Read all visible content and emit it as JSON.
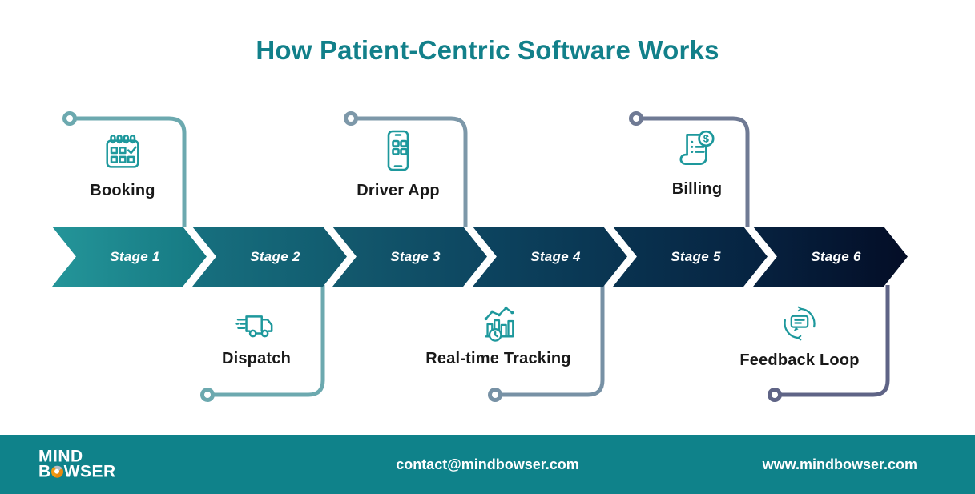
{
  "title": "How Patient-Centric Software Works",
  "colors": {
    "title": "#12808A",
    "icon_stroke": "#1D989C",
    "label_text": "#191919",
    "stage_text": "#FFFFFF",
    "footer_bg": "#0F828A",
    "footer_text": "#FFFFFF"
  },
  "stages": [
    {
      "label": "Stage 1",
      "color_start": "#249599",
      "color_end": "#157882"
    },
    {
      "label": "Stage 2",
      "color_start": "#17707F",
      "color_end": "#115A6E"
    },
    {
      "label": "Stage 3",
      "color_start": "#135A6E",
      "color_end": "#0D4560"
    },
    {
      "label": "Stage 4",
      "color_start": "#0D4560",
      "color_end": "#093350"
    },
    {
      "label": "Stage 5",
      "color_start": "#093350",
      "color_end": "#062240"
    },
    {
      "label": "Stage 6",
      "color_start": "#062240",
      "color_end": "#040D26"
    }
  ],
  "milestones": [
    {
      "label": "Booking",
      "icon": "calendar-check-icon",
      "position": "top",
      "stage": "Stage 1",
      "connector_color": "#6CA9AF"
    },
    {
      "label": "Dispatch",
      "icon": "delivery-truck-icon",
      "position": "bottom",
      "stage": "Stage 2",
      "connector_color": "#6CA9AF"
    },
    {
      "label": "Driver App",
      "icon": "mobile-app-icon",
      "position": "top",
      "stage": "Stage 3",
      "connector_color": "#7D98A9"
    },
    {
      "label": "Real-time Tracking",
      "icon": "chart-clock-icon",
      "position": "bottom",
      "stage": "Stage 4",
      "connector_color": "#7791A5"
    },
    {
      "label": "Billing",
      "icon": "invoice-dollar-icon",
      "position": "top",
      "stage": "Stage 5",
      "connector_color": "#6F7A94"
    },
    {
      "label": "Feedback Loop",
      "icon": "chat-loop-icon",
      "position": "bottom",
      "stage": "Stage 6",
      "connector_color": "#5F6486"
    }
  ],
  "footer": {
    "logo_line1": "MIND",
    "logo_line2_pre": "B",
    "logo_line2_post": "WSER",
    "email": "contact@mindbowser.com",
    "website": "www.mindbowser.com"
  }
}
